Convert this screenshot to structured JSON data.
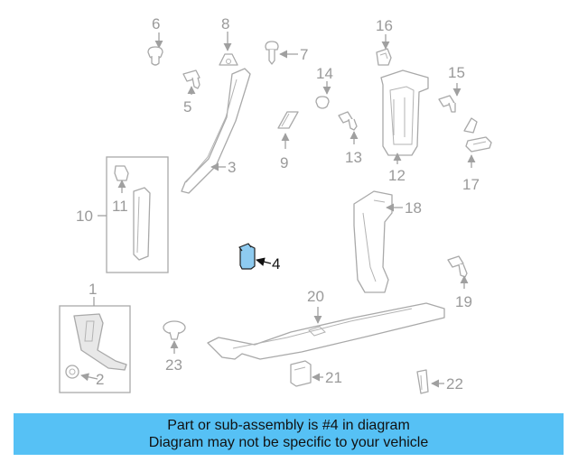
{
  "callouts": {
    "c1": "1",
    "c2": "2",
    "c3": "3",
    "c4": "4",
    "c5": "5",
    "c6": "6",
    "c7": "7",
    "c8": "8",
    "c9": "9",
    "c10": "10",
    "c11": "11",
    "c12": "12",
    "c13": "13",
    "c14": "14",
    "c15": "15",
    "c16": "16",
    "c17": "17",
    "c18": "18",
    "c19": "19",
    "c20": "20",
    "c21": "21",
    "c22": "22",
    "c23": "23"
  },
  "highlighted_part": "4",
  "colors": {
    "highlight_fill": "#8ecbf0",
    "banner_background": "#56c1f5",
    "outline_gray": "#a9a9a9"
  },
  "banner": {
    "line1": "Part or sub-assembly is #4 in diagram",
    "line2": "Diagram may not be specific to your vehicle"
  }
}
